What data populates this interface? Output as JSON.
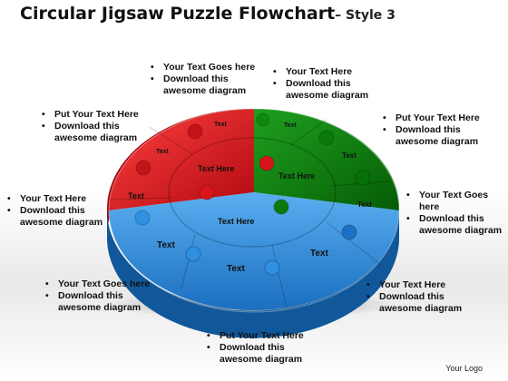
{
  "title": {
    "main": "Circular Jigsaw Puzzle Flowchart",
    "suffix": "– Style 3"
  },
  "colors": {
    "red": "#d8141c",
    "green": "#0a7a0a",
    "blue": "#2a86d6"
  },
  "boxes": [
    {
      "id": "top-left",
      "lines": [
        "Your Text Goes here",
        "Download this awesome diagram"
      ]
    },
    {
      "id": "top-right",
      "lines": [
        "Your Text Here",
        "Download this awesome diagram"
      ]
    },
    {
      "id": "upper-left",
      "lines": [
        "Put Your Text Here",
        "Download this awesome diagram"
      ]
    },
    {
      "id": "upper-right",
      "lines": [
        "Put Your Text Here",
        "Download this awesome diagram"
      ]
    },
    {
      "id": "mid-left",
      "lines": [
        "Your Text Here",
        "Download this awesome diagram"
      ]
    },
    {
      "id": "mid-right",
      "lines": [
        "Your Text Goes here",
        "Download this awesome diagram"
      ]
    },
    {
      "id": "lower-left",
      "lines": [
        "Your Text Goes here",
        "Download this awesome diagram"
      ]
    },
    {
      "id": "lower-right",
      "lines": [
        "Your Text Here",
        "Download this awesome diagram"
      ]
    },
    {
      "id": "bottom",
      "lines": [
        "Put Your Text Here",
        "Download this awesome diagram"
      ]
    }
  ],
  "puzzle": {
    "inner_labels": [
      "Text Here",
      "Text Here",
      "Text Here"
    ],
    "outer_labels": [
      "Text",
      "Text",
      "Text",
      "Text",
      "Text",
      "Text",
      "Text",
      "Text",
      "Text"
    ]
  },
  "footer": {
    "logo": "Your Logo"
  }
}
